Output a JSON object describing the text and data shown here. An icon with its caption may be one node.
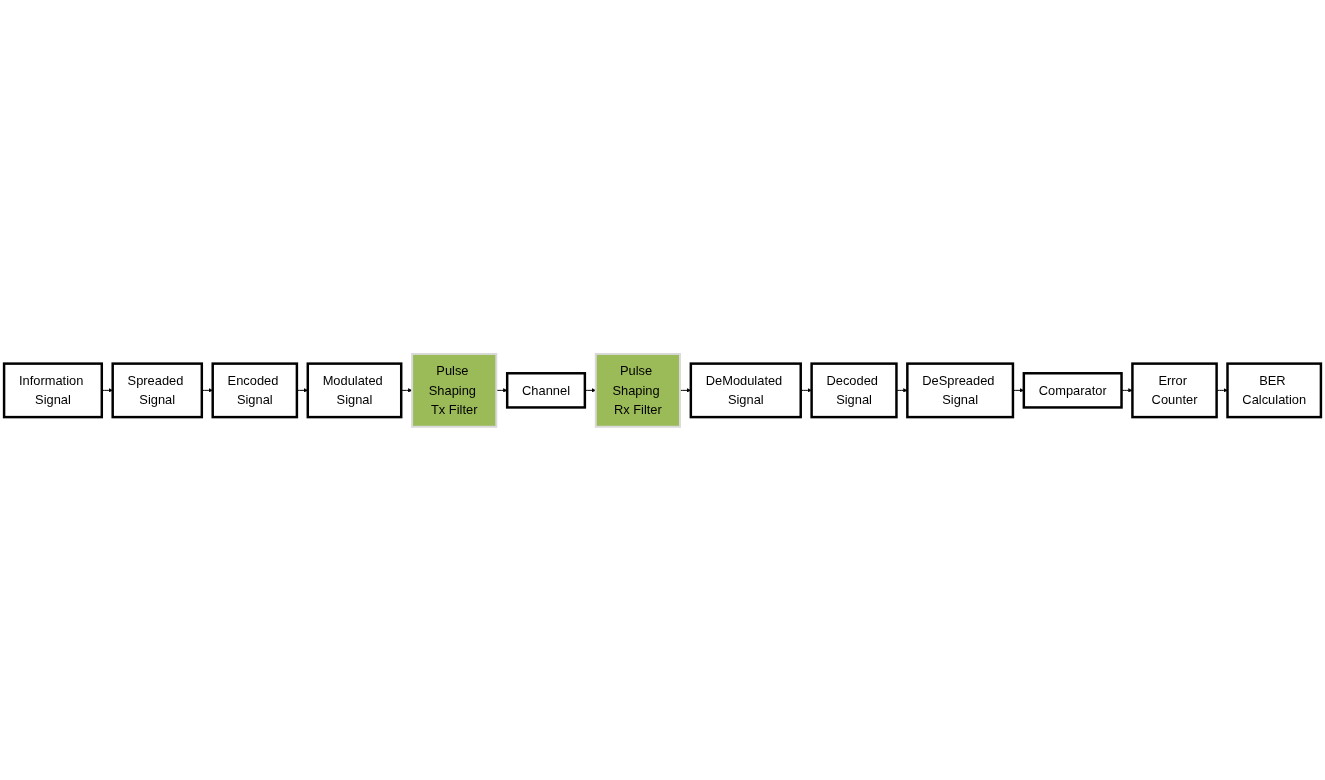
{
  "diagram": {
    "nodes": [
      {
        "text": [
          "Information Signal"
        ]
      },
      {
        "text": [
          "Spreaded Signal"
        ]
      },
      {
        "text": [
          "Encoded Signal"
        ]
      },
      {
        "text": [
          "Modulated Signal"
        ]
      },
      {
        "text": [
          "Pulse Shaping Tx Filter"
        ]
      },
      {
        "text": [
          "Channel"
        ]
      },
      {
        "text": [
          "Comparator"
        ]
      },
      {
        "text": [
          "DeSpreaded Signal"
        ]
      },
      {
        "text": [
          "Decoded Signal"
        ]
      },
      {
        "text": [
          "DeModulated Signal"
        ]
      },
      {
        "text": [
          "Pulse Shaping Rx Filter"
        ]
      },
      {
        "text": [
          "Error Counter"
        ]
      },
      {
        "text": [
          "BER Calculation"
        ]
      }
    ],
    "edges": [
      {
        "from": 0,
        "to": 1,
        "arrow": "to"
      },
      {
        "from": 1,
        "to": 2,
        "arrow": "to"
      },
      {
        "from": 2,
        "to": 3,
        "arrow": "to"
      },
      {
        "from": 3,
        "to": 4,
        "arrow": "to"
      },
      {
        "from": 4,
        "to": 5,
        "arrow": "to"
      },
      {
        "from": 5,
        "to": 10,
        "arrow": "to"
      },
      {
        "from": 10,
        "to": 9,
        "arrow": "to"
      },
      {
        "from": 9,
        "to": 8,
        "arrow": "to"
      },
      {
        "from": 8,
        "to": 7,
        "arrow": "to"
      },
      {
        "from": 7,
        "to": 6,
        "arrow": "to"
      },
      {
        "from": 6,
        "to": 11,
        "arrow": "to"
      },
      {
        "from": 11,
        "to": 12,
        "arrow": "to"
      }
    ]
  }
}
